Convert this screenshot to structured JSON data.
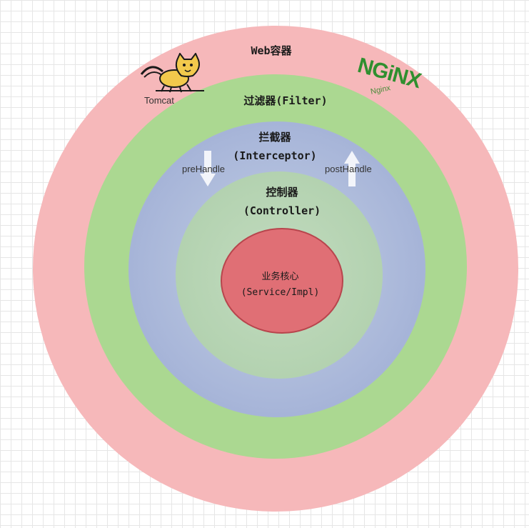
{
  "layers": {
    "web": "Web容器",
    "filter": "过滤器(Filter)",
    "interceptor": [
      "拦截器",
      "(Interceptor)"
    ],
    "controller": [
      "控制器",
      "(Controller)"
    ],
    "core": [
      "业务核心",
      "(Service/Impl)"
    ]
  },
  "hooks": {
    "pre": "preHandle",
    "post": "postHandle"
  },
  "logos": {
    "tomcat": "Tomcat",
    "nginx_logo": "NGiNX",
    "nginx_label": "Nginx"
  },
  "colors": {
    "web": "#f6b8ba",
    "filter": "#abd891",
    "interceptor": "#a6b4d8",
    "controller": "#b3d2b0",
    "core": "#e06f75"
  }
}
